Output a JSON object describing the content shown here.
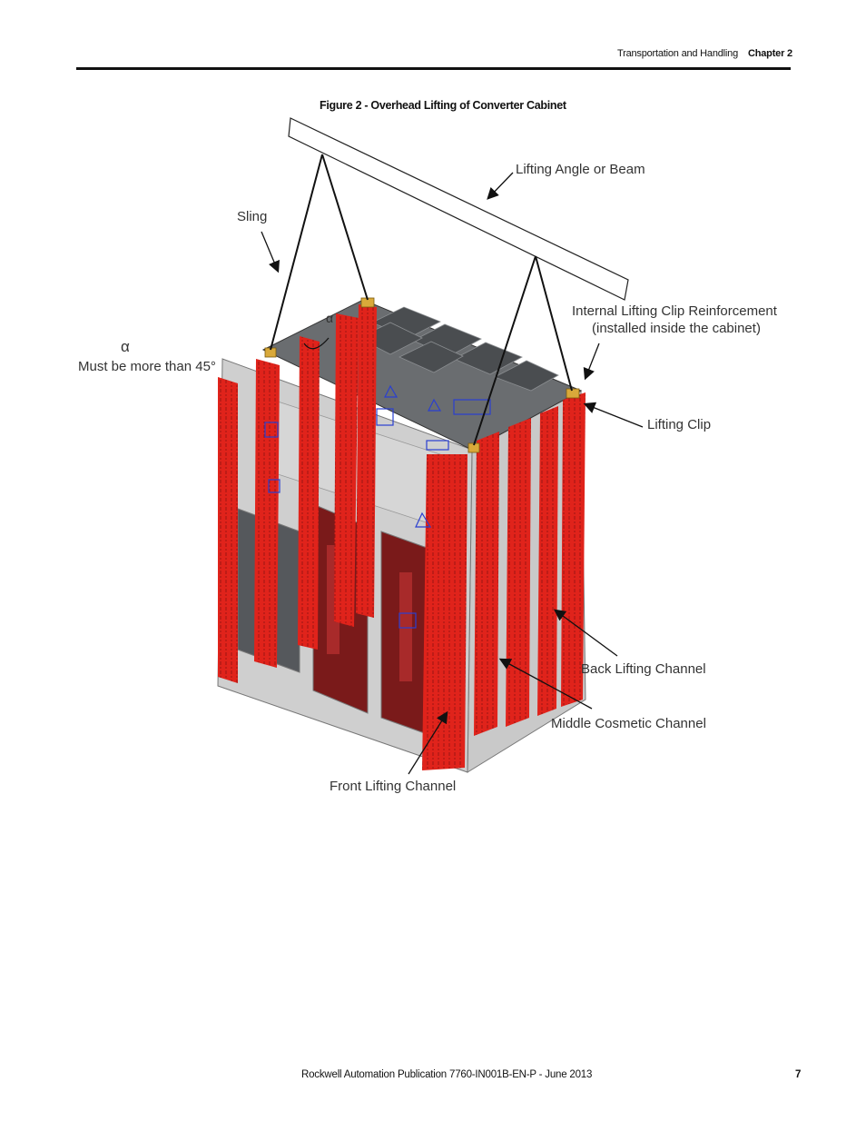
{
  "header": {
    "section": "Transportation and Handling",
    "chapter": "Chapter 2"
  },
  "figure": {
    "caption": "Figure 2 - Overhead Lifting of Converter Cabinet",
    "labels": {
      "lifting_beam": "Lifting Angle or Beam",
      "sling": "Sling",
      "alpha_symbol": "α",
      "alpha_note": "Must be more than 45°",
      "alpha_angle": "α",
      "clip_reinforcement_line1": "Internal Lifting Clip Reinforcement",
      "clip_reinforcement_line2": "(installed inside the cabinet)",
      "lifting_clip": "Lifting Clip",
      "back_channel": "Back Lifting Channel",
      "middle_channel": "Middle Cosmetic Channel",
      "front_channel": "Front Lifting Channel"
    },
    "colors": {
      "channel_red": "#e0231b",
      "cabinet_gray": "#c9c9c9",
      "roof_dark": "#55585c",
      "marker_blue": "#2a3fd0",
      "interior_red": "#7a1a1a",
      "clip_yellow": "#d9a93a"
    }
  },
  "footer": {
    "publication": "Rockwell Automation Publication 7760-IN001B-EN-P - June 2013",
    "page_number": "7"
  }
}
